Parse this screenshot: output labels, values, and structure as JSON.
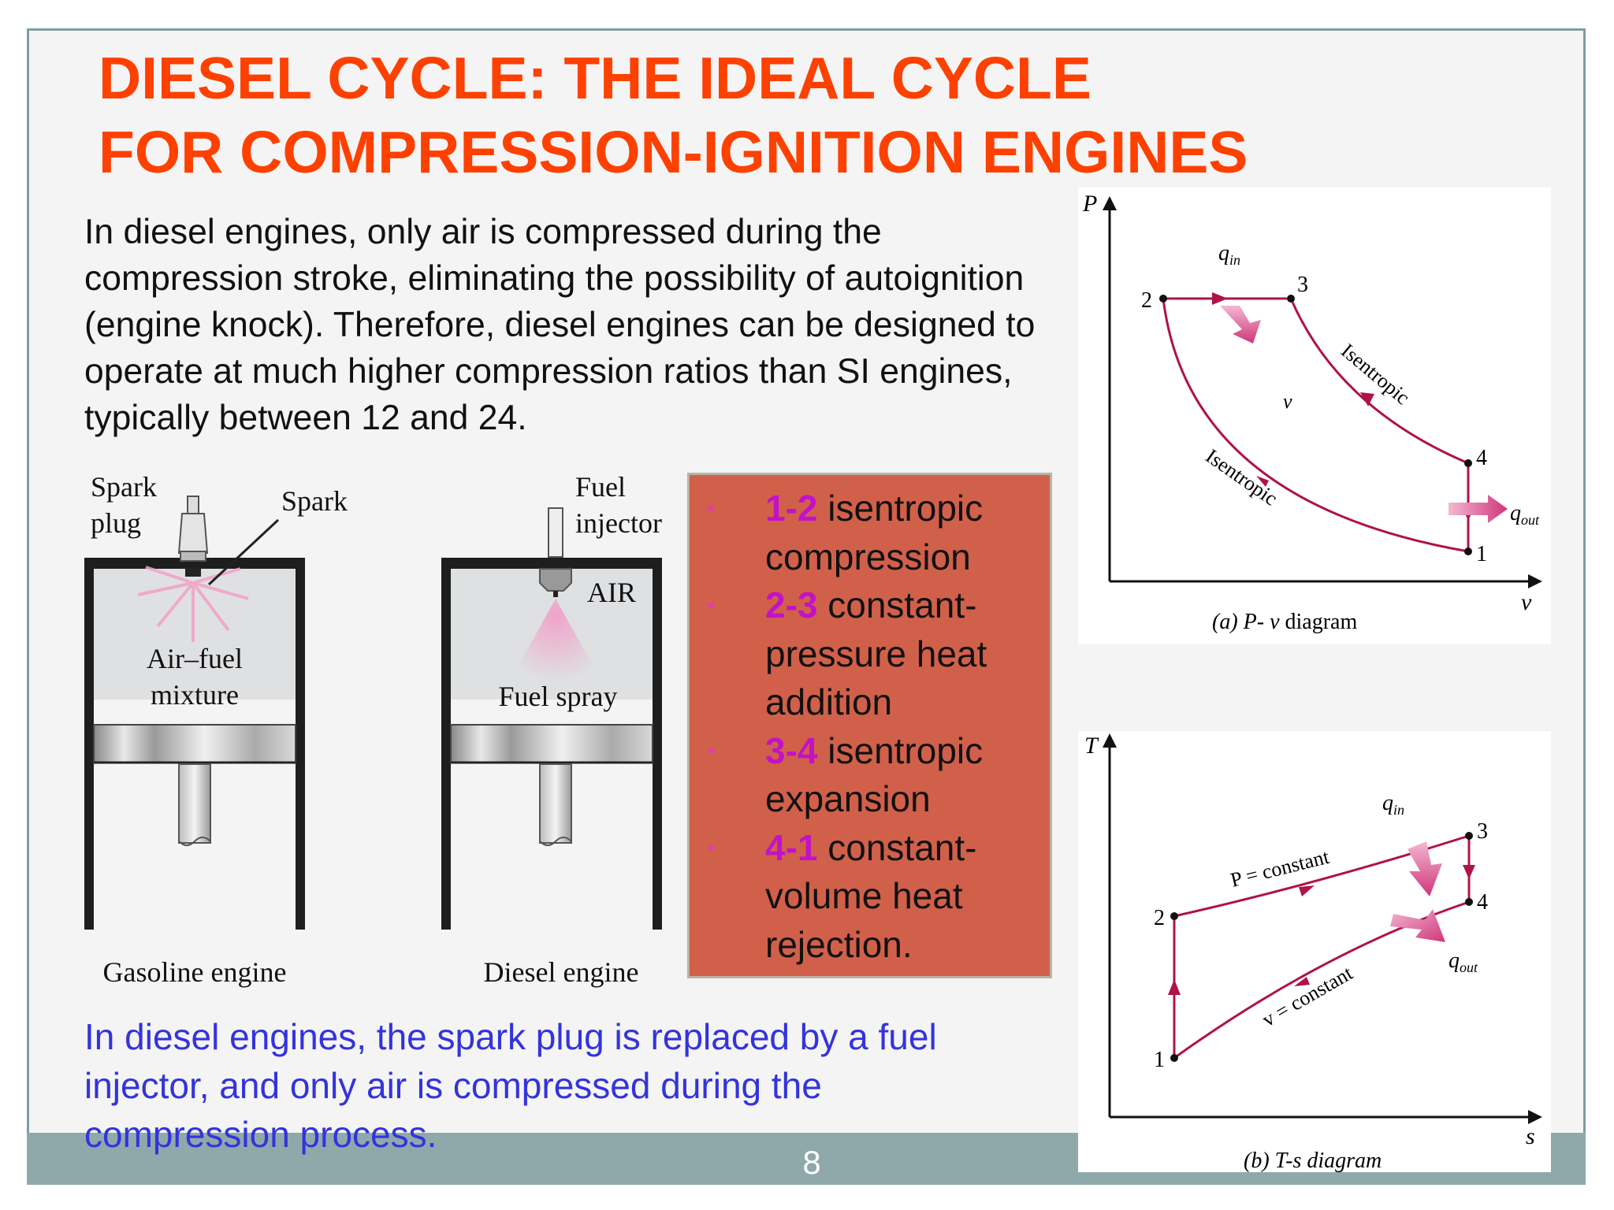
{
  "title": {
    "line1": "DIESEL CYCLE: THE IDEAL CYCLE",
    "line2": "FOR COMPRESSION-IGNITION ENGINES"
  },
  "intro_text": "In diesel engines, only air is compressed during the compression stroke, eliminating the possibility of autoignition (engine knock). Therefore, diesel engines can be designed to operate at much higher compression ratios than SI engines, typically between 12 and 24.",
  "engines": {
    "gasoline": {
      "caption": "Gasoline engine",
      "spark_plug_label_1": "Spark",
      "spark_plug_label_2": "plug",
      "spark_label": "Spark",
      "chamber_label_1": "Air–fuel",
      "chamber_label_2": "mixture"
    },
    "diesel": {
      "caption": "Diesel engine",
      "injector_label_1": "Fuel",
      "injector_label_2": "injector",
      "air_label": "AIR",
      "spray_label": "Fuel spray"
    }
  },
  "steps": [
    {
      "num": "1-2",
      "text": " isentropic compression"
    },
    {
      "num": "2-3",
      "text": " constant-pressure heat addition"
    },
    {
      "num": "3-4",
      "text": " isentropic expansion"
    },
    {
      "num": "4-1",
      "text": " constant-volume heat rejection."
    }
  ],
  "pv_diagram": {
    "y_axis": "P",
    "x_axis": "v",
    "caption_prefix": "(a) P- ",
    "caption_v": "v",
    "caption_suffix": " diagram",
    "q_in": "q",
    "q_in_sub": "in",
    "q_out": "q",
    "q_out_sub": "out",
    "label_isentropic_top": "Isentropic",
    "label_isentropic_bottom": "Isentropic",
    "label_v": "v",
    "points": [
      "1",
      "2",
      "3",
      "4"
    ]
  },
  "ts_diagram": {
    "y_axis": "T",
    "x_axis": "s",
    "caption": "(b) T-s diagram",
    "q_in": "q",
    "q_in_sub": "in",
    "q_out": "q",
    "q_out_sub": "out",
    "label_p_constant": "P = constant",
    "label_v_constant": "v = constant",
    "points": [
      "1",
      "2",
      "3",
      "4"
    ]
  },
  "note_text": "In diesel engines, the spark plug is replaced by a fuel injector, and only air is compressed during the compression process.",
  "page_number": "8",
  "colors": {
    "title": "#fe4000",
    "note": "#3333dd",
    "steps_box": "#d1604a",
    "step_number": "#c212c8",
    "curve": "#b0124a",
    "footer": "#8fa9ab"
  }
}
